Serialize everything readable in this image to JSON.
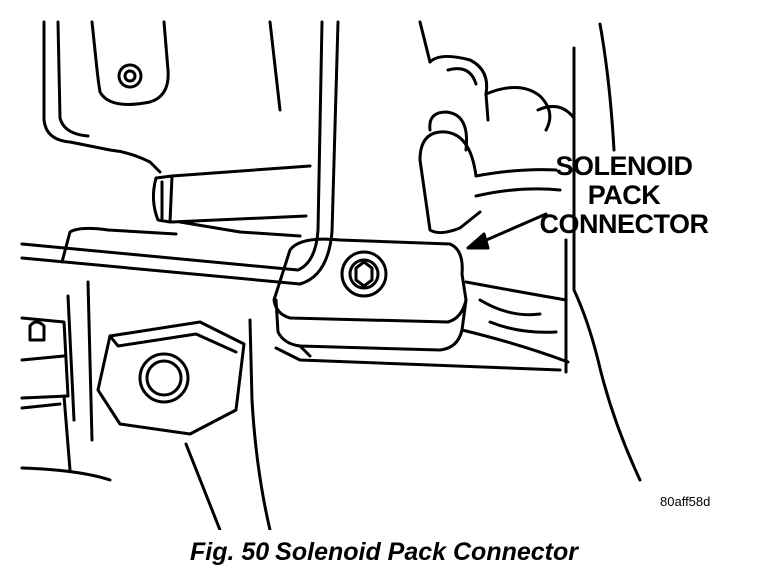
{
  "figure": {
    "callout_lines": [
      "SOLENOID",
      "PACK",
      "CONNECTOR"
    ],
    "reference_code": "80aff58d",
    "caption_number": "Fig. 50",
    "caption_title": "Solenoid Pack Connector"
  },
  "colors": {
    "ink": "#000000",
    "paper": "#ffffff"
  }
}
